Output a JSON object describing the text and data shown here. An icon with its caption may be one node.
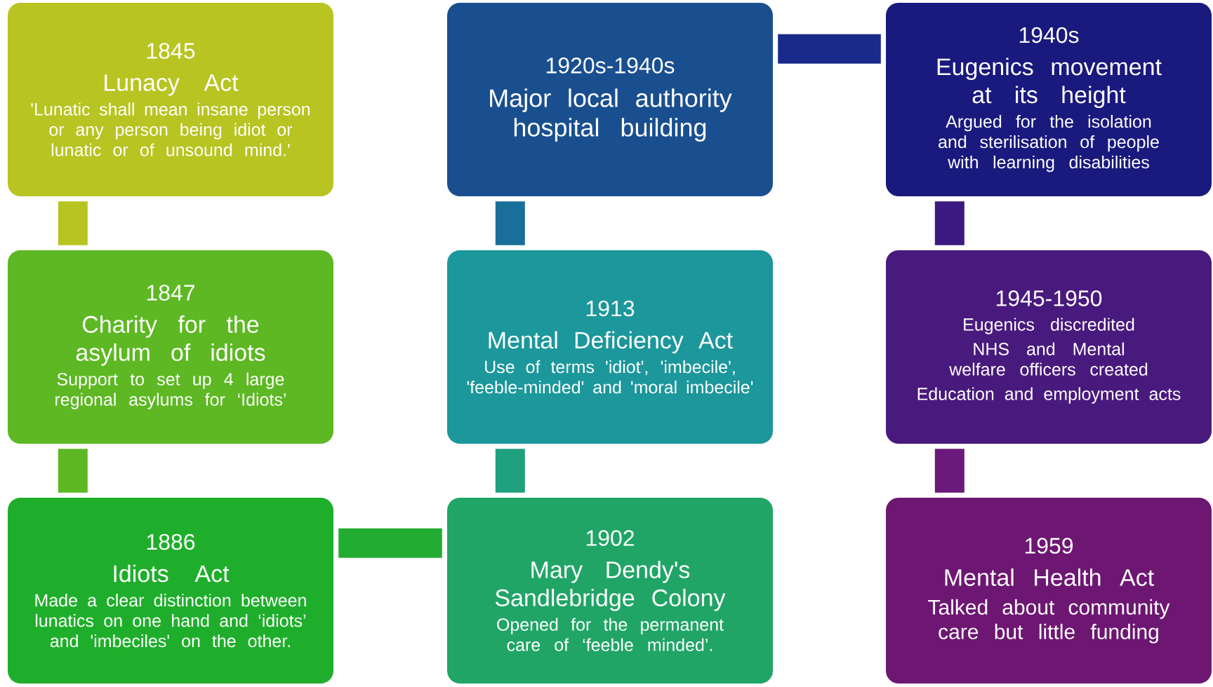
{
  "diagram": {
    "nodes": [
      {
        "text": [
          "1845",
          "Lunacy Act",
          "'Lunatic shall mean insane person or any person being idiot or lunatic or of unsound mind.'"
        ]
      },
      {
        "text": [
          "1847",
          "Charity for the asylum of idiots",
          "Support to set up 4 large regional asylums for ‘Idiots’"
        ]
      },
      {
        "text": [
          "1886",
          "Idiots Act",
          "Made a clear distinction between lunatics on one hand and ‘idiots’ and 'imbeciles' on the other."
        ]
      },
      {
        "text": [
          "1902",
          "Mary Dendy's Sandlebridge Colony",
          "Opened for the permanent care of ‘feeble minded’."
        ]
      },
      {
        "text": [
          "1913",
          "Mental Deficiency Act",
          "Use of terms 'idiot', 'imbecile', 'feeble-minded' and 'moral imbecile'"
        ]
      },
      {
        "text": [
          "1920s-1940s",
          "Major local authority hospital building"
        ]
      },
      {
        "text": [
          "1940s",
          "Eugenics movement at its height",
          "Argued for the isolation and sterilisation of people with learning disabilities"
        ]
      },
      {
        "text": [
          "1945-1950",
          "Eugenics discredited",
          "NHS and Mental welfare officers created",
          "Education and employment acts"
        ]
      },
      {
        "text": [
          "1959",
          "Mental Health Act",
          "Talked about community care but little funding"
        ]
      }
    ],
    "edges": [
      {
        "from": 0,
        "to": 1,
        "arrow": "none",
        "color": "#b8c421"
      },
      {
        "from": 1,
        "to": 2,
        "arrow": "none",
        "color": "#5db823"
      },
      {
        "from": 2,
        "to": 3,
        "arrow": "none",
        "color": "#22ad32"
      },
      {
        "from": 3,
        "to": 4,
        "arrow": "none",
        "color": "#1fa07e"
      },
      {
        "from": 4,
        "to": 5,
        "arrow": "none",
        "color": "#1a6f9a"
      },
      {
        "from": 5,
        "to": 6,
        "arrow": "none",
        "color": "#1a2a8a"
      },
      {
        "from": 6,
        "to": 7,
        "arrow": "none",
        "color": "#3a1a80"
      },
      {
        "from": 7,
        "to": 8,
        "arrow": "none",
        "color": "#6a1a7a"
      }
    ]
  }
}
